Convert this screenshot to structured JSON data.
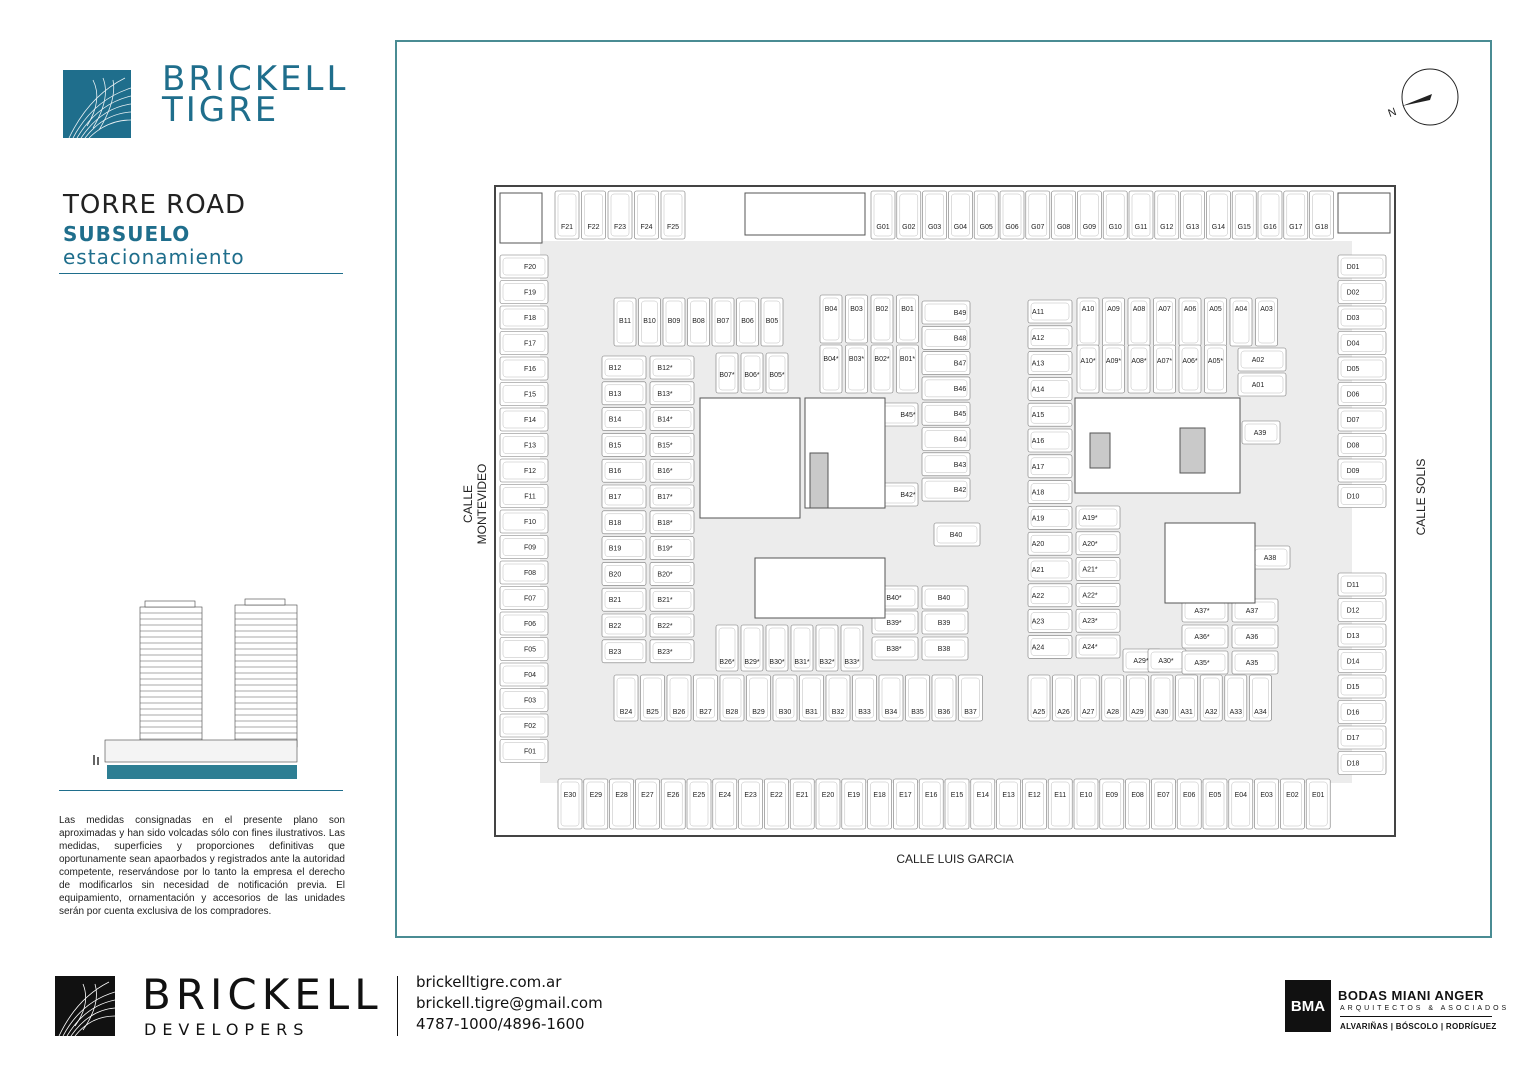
{
  "brand": {
    "line1": "BRICKELL",
    "line2": "TIGRE",
    "color": "#1f6e8c"
  },
  "header": {
    "tower": "TORRE ROAD",
    "level": "SUBSUELO",
    "use": "estacionamiento"
  },
  "disclaimer": "Las medidas consignadas en el presente plano son aproximadas y han sido volcadas sólo con fines ilustrativos. Las medidas, superficies y proporciones definitivas que oportunamente sean apaorbados y registrados ante la autoridad competente, reservándose por lo tanto la empresa el derecho de modificarlos sin necesidad de notificación previa. El equipamiento, ornamentación y accesorios de las unidades serán por cuenta exclusiva de los compradores.",
  "streets": {
    "west": "CALLE MONTEVIDEO",
    "east": "CALLE SOLIS",
    "south": "CALLE LUIS GARCIA"
  },
  "compass": {
    "north_letter": "N"
  },
  "footer": {
    "developer": {
      "name": "BRICKELL",
      "sub": "DEVELOPERS"
    },
    "contact": {
      "web": "brickelltigre.com.ar",
      "email": "brickell.tigre@gmail.com",
      "phone": "4787-1000/4896-1600"
    },
    "architect": {
      "abbr": "BMA",
      "name": "BODAS MIANI ANGER",
      "sub": "ARQUITECTOS & ASOCIADOS",
      "people": "ALVARIÑAS | BÓSCOLO | RODRÍGUEZ"
    }
  },
  "plan": {
    "top_F": [
      "F21",
      "F22",
      "F23",
      "F24",
      "F25"
    ],
    "top_G": [
      "G01",
      "G02",
      "G03",
      "G04",
      "G05",
      "G06",
      "G07",
      "G08",
      "G09",
      "G10",
      "G11",
      "G12",
      "G13",
      "G14",
      "G15",
      "G16",
      "G17",
      "G18"
    ],
    "left_F": [
      "F20",
      "F19",
      "F18",
      "F17",
      "F16",
      "F15",
      "F14",
      "F13",
      "F12",
      "F11",
      "F10",
      "F09",
      "F08",
      "F07",
      "F06",
      "F05",
      "F04",
      "F03",
      "F02",
      "F01"
    ],
    "right_D": [
      "D01",
      "D02",
      "D03",
      "D04",
      "D05",
      "D06",
      "D07",
      "D08",
      "D09",
      "D10",
      "D11",
      "D12",
      "D13",
      "D14",
      "D15",
      "D16",
      "D17",
      "D18"
    ],
    "bottom_E": [
      "E30",
      "E29",
      "E28",
      "E27",
      "E26",
      "E25",
      "E24",
      "E23",
      "E22",
      "E21",
      "E20",
      "E19",
      "E18",
      "E17",
      "E16",
      "E15",
      "E14",
      "E13",
      "E12",
      "E11",
      "E10",
      "E09",
      "E08",
      "E07",
      "E06",
      "E05",
      "E04",
      "E03",
      "E02",
      "E01"
    ],
    "b_top_left": [
      "B11",
      "B10",
      "B09",
      "B08",
      "B07",
      "B06",
      "B05"
    ],
    "b_top_right": [
      "B04",
      "B03",
      "B02",
      "B01"
    ],
    "b_top_right2": [
      "B04*",
      "B03*",
      "B02*",
      "B01*"
    ],
    "b_mid_small": [
      "B07*",
      "B06*",
      "B05*"
    ],
    "b_left_col": [
      "B12",
      "B13",
      "B14",
      "B15",
      "B16",
      "B17",
      "B18",
      "B19",
      "B20",
      "B21",
      "B22",
      "B23"
    ],
    "b_left_col2": [
      "B12*",
      "B13*",
      "B14*",
      "B15*",
      "B16*",
      "B17*",
      "B18*",
      "B19*",
      "B20*",
      "B21*",
      "B22*",
      "B23*"
    ],
    "b_right_col": [
      "B49",
      "B48",
      "B47",
      "B46",
      "B45",
      "B44",
      "B43",
      "B42"
    ],
    "b_right_inner": [
      "B45*",
      "B42*"
    ],
    "b_mid_right": [
      "B40",
      "B40*",
      "B40",
      "B39*",
      "B39",
      "B38*",
      "B38"
    ],
    "b_bottom_row": [
      "B26*",
      "B29*",
      "B30*",
      "B31*",
      "B32*",
      "B33*"
    ],
    "b_bottom": [
      "B24",
      "B25",
      "B26",
      "B27",
      "B28",
      "B29",
      "B30",
      "B31",
      "B32",
      "B33",
      "B34",
      "B35",
      "B36",
      "B37"
    ],
    "a_top": [
      "A10",
      "A09",
      "A08",
      "A07",
      "A06",
      "A05",
      "A04",
      "A03"
    ],
    "a_top2": [
      "A10*",
      "A09*",
      "A08*",
      "A07*",
      "A06*",
      "A05*"
    ],
    "a_right_small": [
      "A02",
      "A01"
    ],
    "a_left_col": [
      "A11",
      "A12",
      "A13",
      "A14",
      "A15",
      "A16",
      "A17",
      "A18",
      "A19",
      "A20",
      "A21",
      "A22",
      "A23",
      "A24"
    ],
    "a_left_col2": [
      "A19*",
      "A20*",
      "A21*",
      "A22*",
      "A23*",
      "A24*"
    ],
    "a_misc": [
      "A39",
      "A38",
      "A29*",
      "A30*"
    ],
    "a_right_col": [
      "A37*",
      "A37",
      "A36*",
      "A36",
      "A35*",
      "A35"
    ],
    "a_bottom": [
      "A25",
      "A26",
      "A27",
      "A28",
      "A29",
      "A30",
      "A31",
      "A32",
      "A33",
      "A34"
    ]
  }
}
